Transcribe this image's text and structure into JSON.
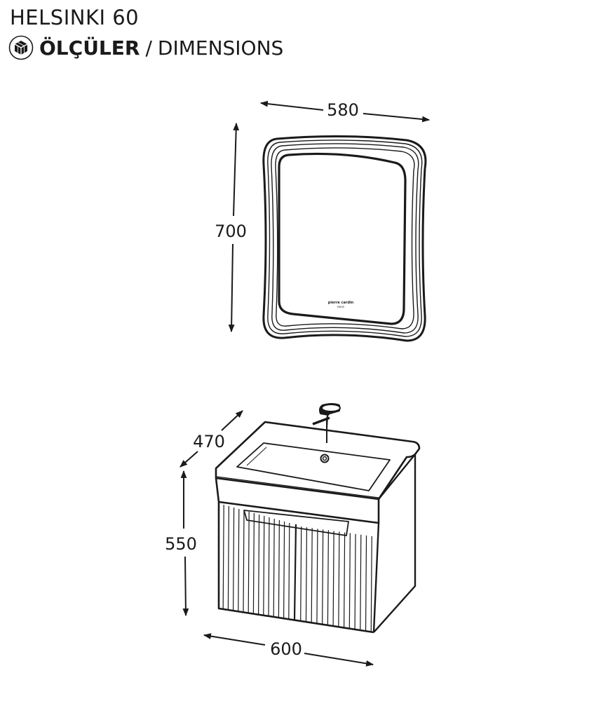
{
  "header": {
    "title": "HELSINKI 60",
    "subtitle_bold": "ÖLÇÜLER",
    "subtitle_sep": "/",
    "subtitle_light": "DIMENSIONS",
    "icon": "dimensions-cube-icon"
  },
  "mirror": {
    "width_label": "580",
    "height_label": "700",
    "brand_text": "pierre cardin",
    "brand_sub": "PARIS"
  },
  "cabinet": {
    "depth_label": "470",
    "height_label": "550",
    "width_label": "600"
  },
  "colors": {
    "line": "#1a1a1a",
    "background": "#ffffff"
  }
}
